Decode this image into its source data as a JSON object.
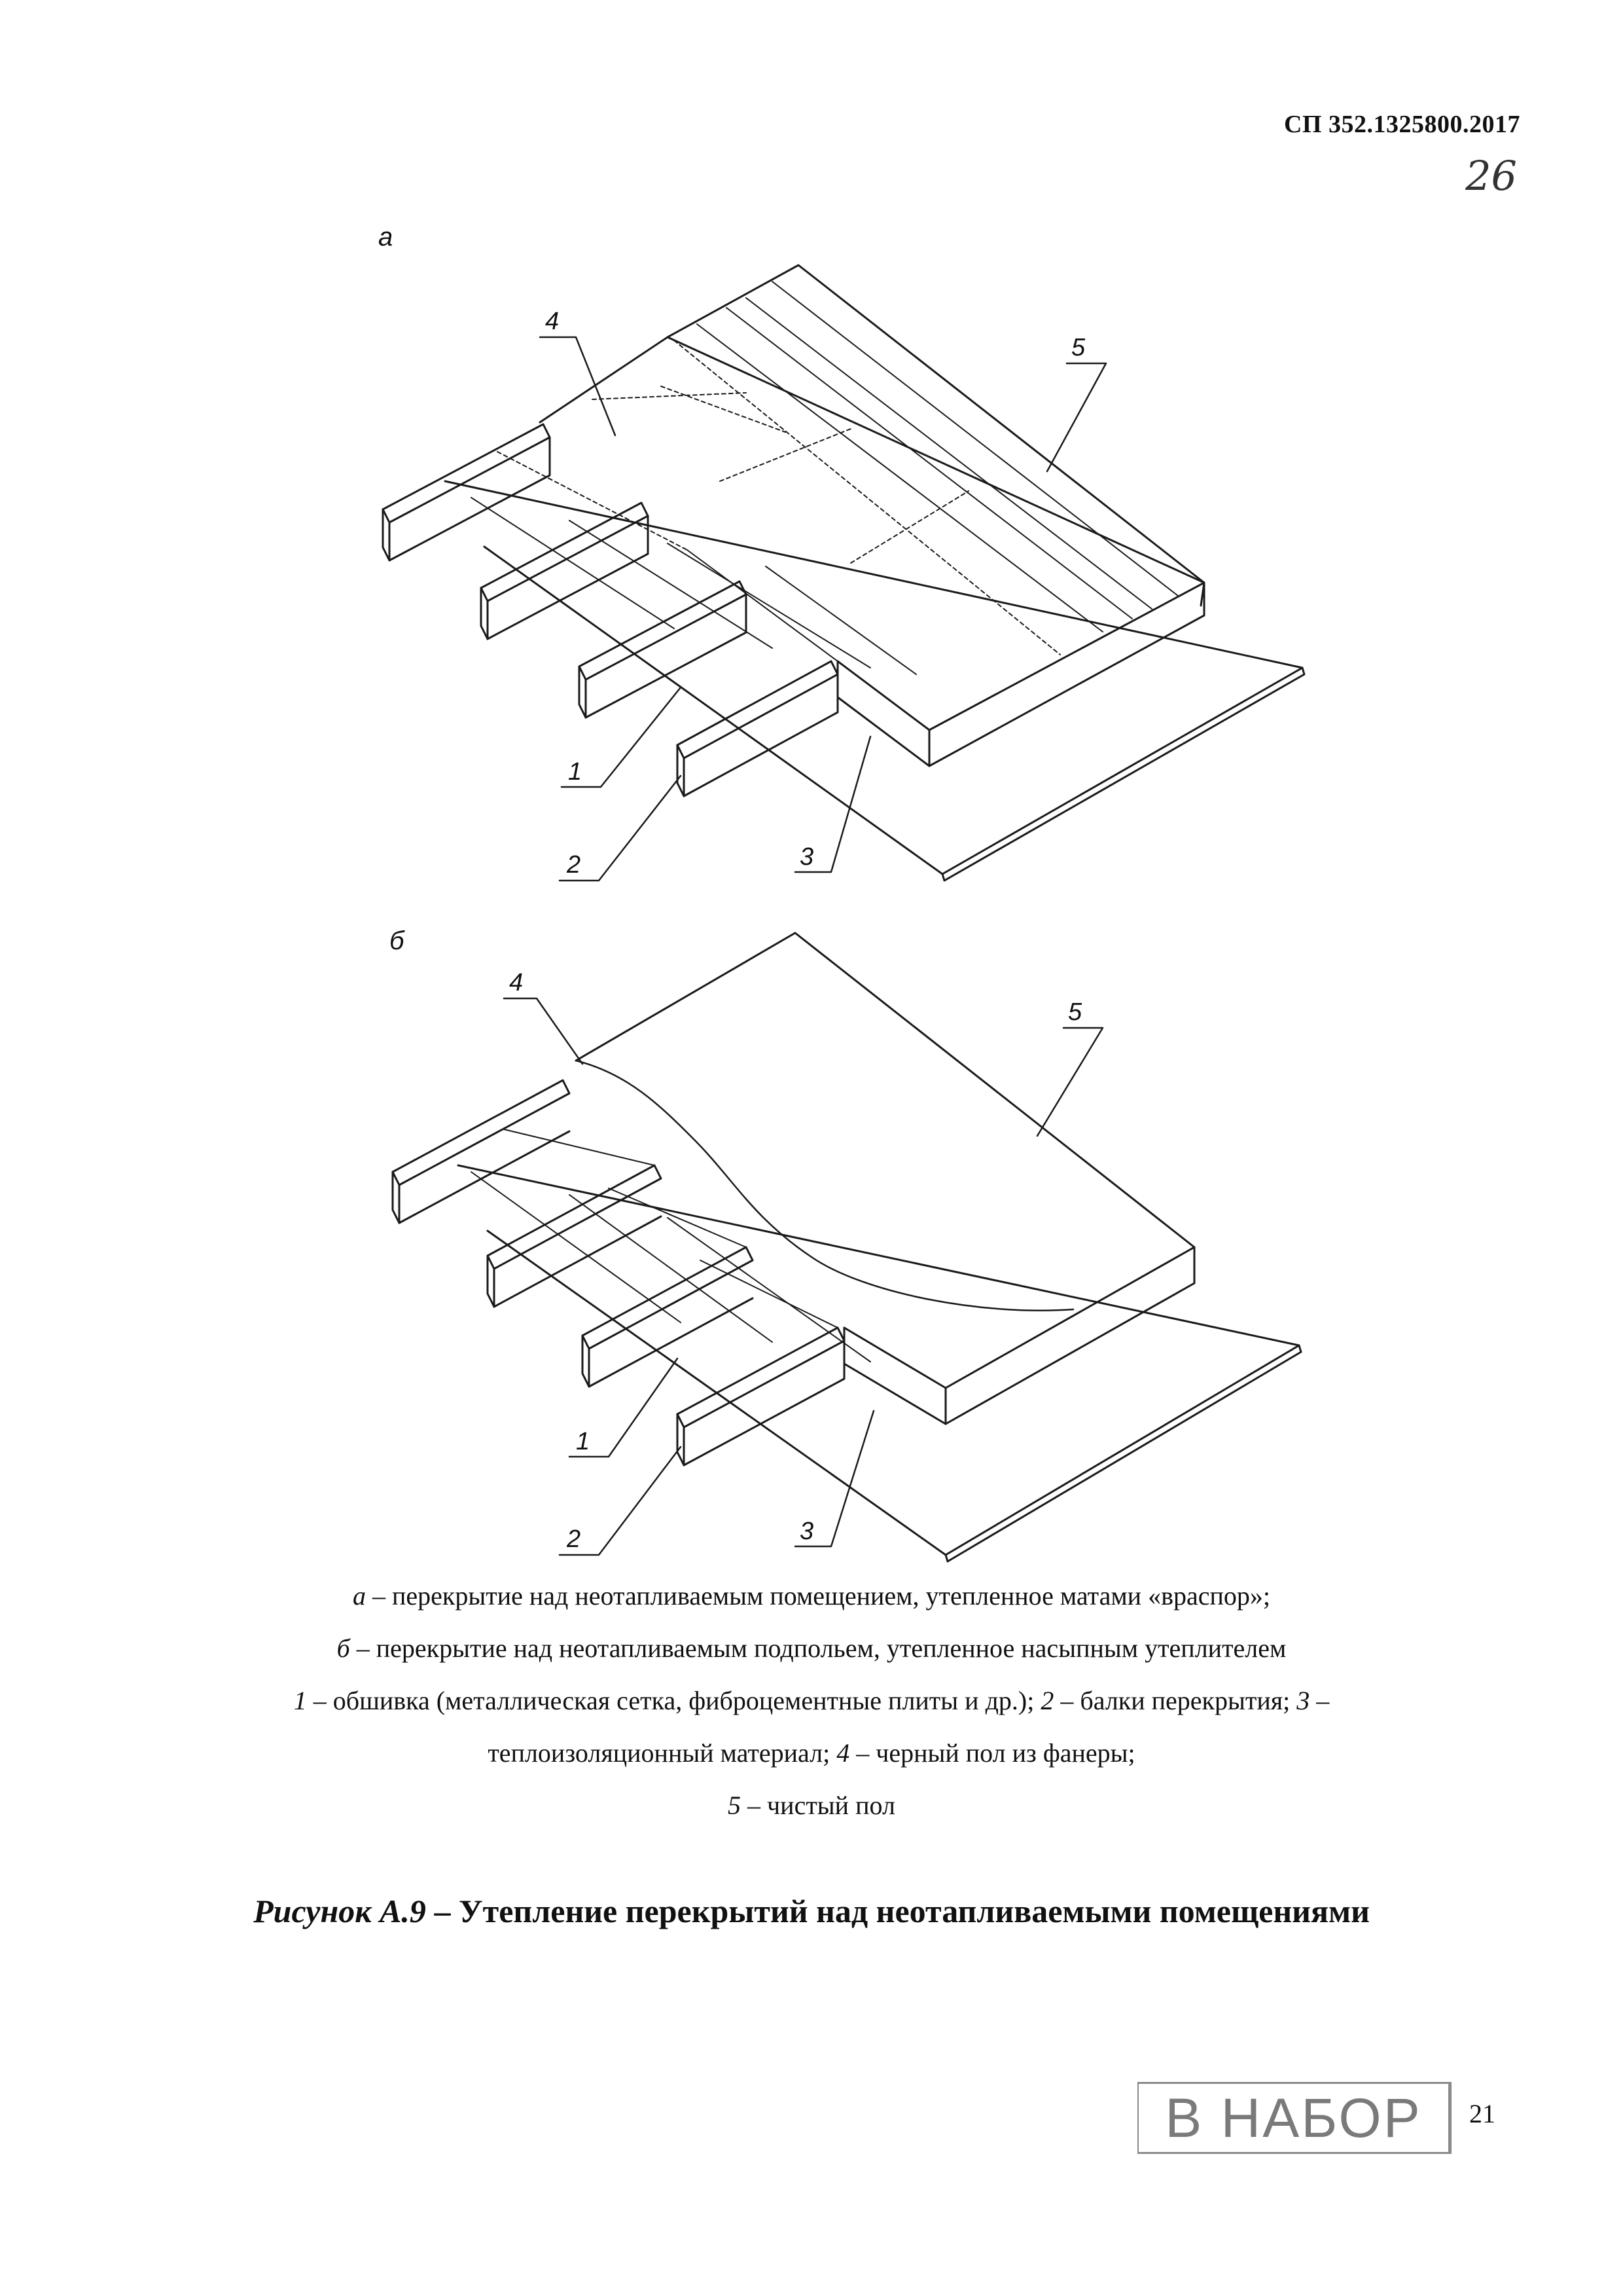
{
  "header": {
    "document_code": "СП 352.1325800.2017",
    "handwritten_page": "26"
  },
  "figure_a": {
    "label": "а",
    "callouts": {
      "c1": "1",
      "c2": "2",
      "c3": "3",
      "c4": "4",
      "c5": "5"
    }
  },
  "figure_b": {
    "label": "б",
    "callouts": {
      "c1": "1",
      "c2": "2",
      "c3": "3",
      "c4": "4",
      "c5": "5"
    }
  },
  "legend": {
    "line1_key": "а",
    "line1_text": " – перекрытие над неотапливаемым помещением, утепленное матами «враспор»;",
    "line2_key": "б",
    "line2_text": " – перекрытие над неотапливаемым подпольем, утепленное насыпным утеплителем",
    "item1_key": "1",
    "item1_text": " – обшивка (металлическая сетка, фиброцементные плиты и др.); ",
    "item2_key": "2",
    "item2_text": " – балки перекрытия; ",
    "item3_key": "3",
    "item3_text": " –",
    "line4_text": "теплоизоляционный материал; ",
    "item4_key": "4",
    "item4_text": " – черный пол из фанеры;",
    "item5_key": "5",
    "item5_text": " – чистый пол"
  },
  "caption": {
    "prefix": "Рисунок А.9",
    "text": " – Утепление перекрытий над неотапливаемыми помещениями"
  },
  "stamp": {
    "text": "В НАБОР"
  },
  "footer": {
    "page_number": "21"
  }
}
